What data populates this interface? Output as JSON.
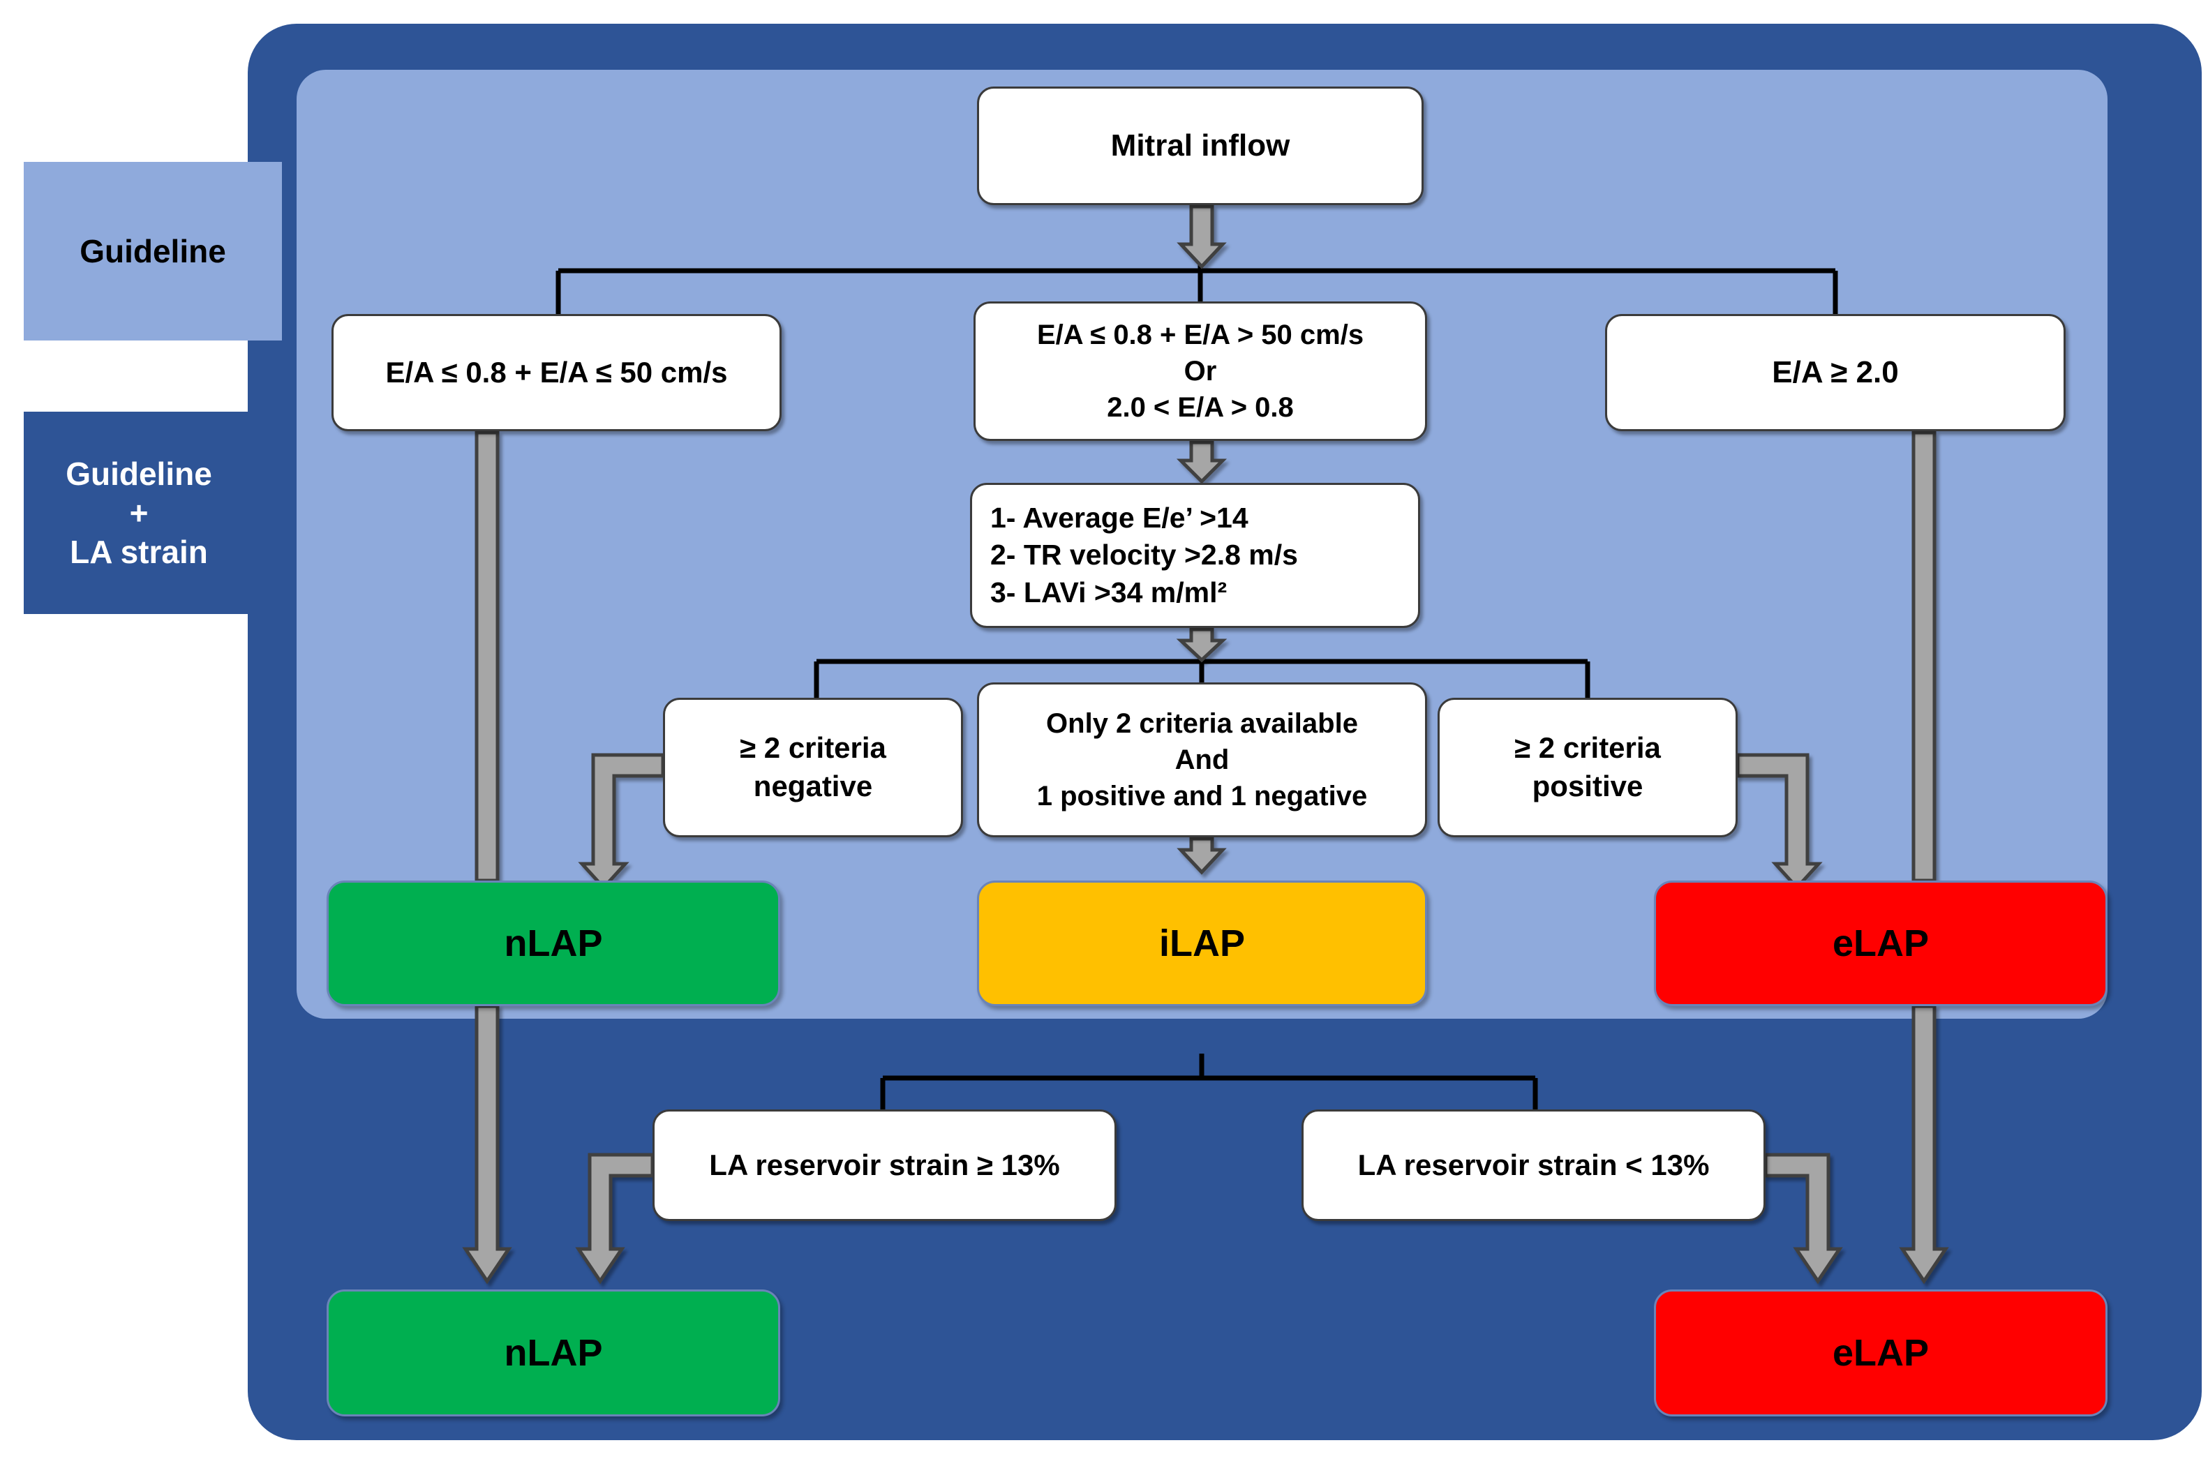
{
  "side_tabs": [
    {
      "id": "guideline",
      "label": "Guideline"
    },
    {
      "id": "guideline_la_strain",
      "label": "Guideline\n+\nLA strain"
    }
  ],
  "nodes": {
    "mitral_inflow": {
      "lines": [
        "Mitral inflow"
      ]
    },
    "branch_left": {
      "lines": [
        "E/A ≤ 0.8 + E/A ≤ 50 cm/s"
      ]
    },
    "branch_mid": {
      "lines": [
        "E/A ≤ 0.8 + E/A > 50 cm/s",
        "Or",
        "2.0 < E/A > 0.8"
      ]
    },
    "branch_right": {
      "lines": [
        "E/A ≥ 2.0"
      ]
    },
    "criteria": {
      "lines": [
        "1- Average E/e’ >14",
        "2- TR velocity >2.8 m/s",
        "3- LAVi >34 m/ml²"
      ]
    },
    "crit_negative": {
      "lines": [
        "≥ 2 criteria",
        "negative"
      ]
    },
    "crit_mixed": {
      "lines": [
        "Only 2 criteria available",
        "And",
        "1 positive and 1 negative"
      ]
    },
    "crit_positive": {
      "lines": [
        "≥ 2 criteria",
        "positive"
      ]
    },
    "strain_high": {
      "lines": [
        "LA reservoir strain ≥ 13%"
      ]
    },
    "strain_low": {
      "lines": [
        "LA reservoir strain < 13%"
      ]
    }
  },
  "results": {
    "nlap_top": {
      "label": "nLAP",
      "color": "#00AF50"
    },
    "ilap_top": {
      "label": "iLAP",
      "color": "#FFC000"
    },
    "elap_top": {
      "label": "eLAP",
      "color": "#FF0000"
    },
    "nlap_bottom": {
      "label": "nLAP",
      "color": "#00AF50"
    },
    "elap_bottom": {
      "label": "eLAP",
      "color": "#FF0000"
    }
  },
  "colors": {
    "outer_frame": "#2E5496",
    "inner_panel": "#8FAADC",
    "normal_lap": "#00AF50",
    "indeterminate_lap": "#FFC000",
    "elevated_lap": "#FF0000",
    "thin_connector": "#000000",
    "block_arrow_fill": "#A6A6A6",
    "block_arrow_stroke": "#404040"
  }
}
